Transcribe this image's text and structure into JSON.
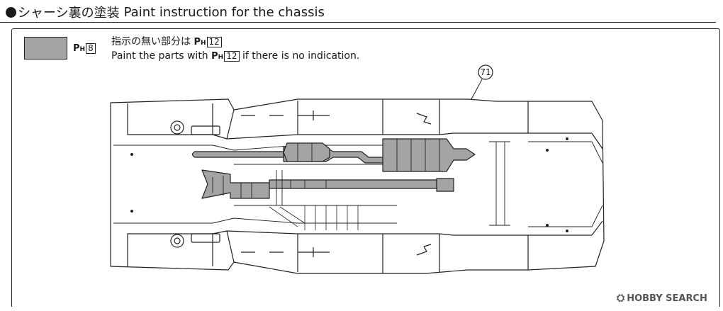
{
  "header": {
    "title_jp": "シャーシ裏の塗装",
    "title_en": "Paint instruction for the chassis"
  },
  "legend": {
    "swatch_color": "#a4a4a4",
    "paint_prefix": "P",
    "paint_sub": "H",
    "paint_number": "8"
  },
  "note": {
    "line1_text": "指示の無い部分は",
    "line2_before": "Paint the parts with",
    "line2_after": "if there is no indication.",
    "paint_number": "12"
  },
  "callout": {
    "part_number": "71"
  },
  "watermark": {
    "text": "HOBBY SEARCH"
  },
  "colors": {
    "part_fill": "#a4a4a4",
    "line": "#222222"
  }
}
